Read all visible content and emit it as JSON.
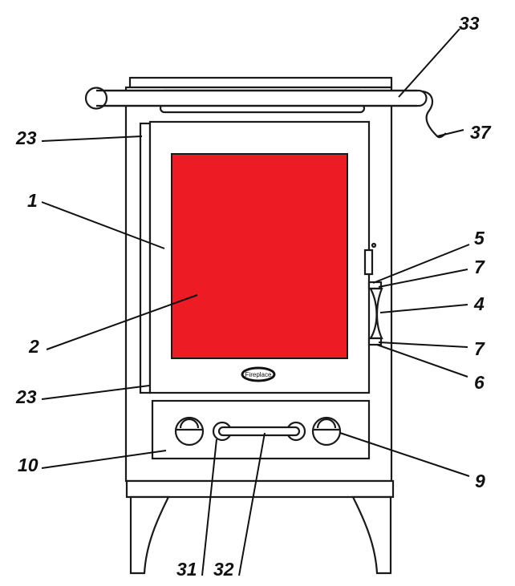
{
  "diagram": {
    "glass_color": "#ED1C24",
    "logo_text": "Fireplace",
    "labels": {
      "rail": "33",
      "hook": "37",
      "hinge_top": "23",
      "door": "1",
      "glass": "2",
      "latch": "5",
      "washer_top": "7",
      "handle": "4",
      "washer_bottom": "7",
      "handle_bottom": "6",
      "hinge_bottom": "23",
      "ash_panel": "10",
      "air_control": "9",
      "ashpan_knob": "31",
      "ashpan_handle": "32"
    }
  }
}
